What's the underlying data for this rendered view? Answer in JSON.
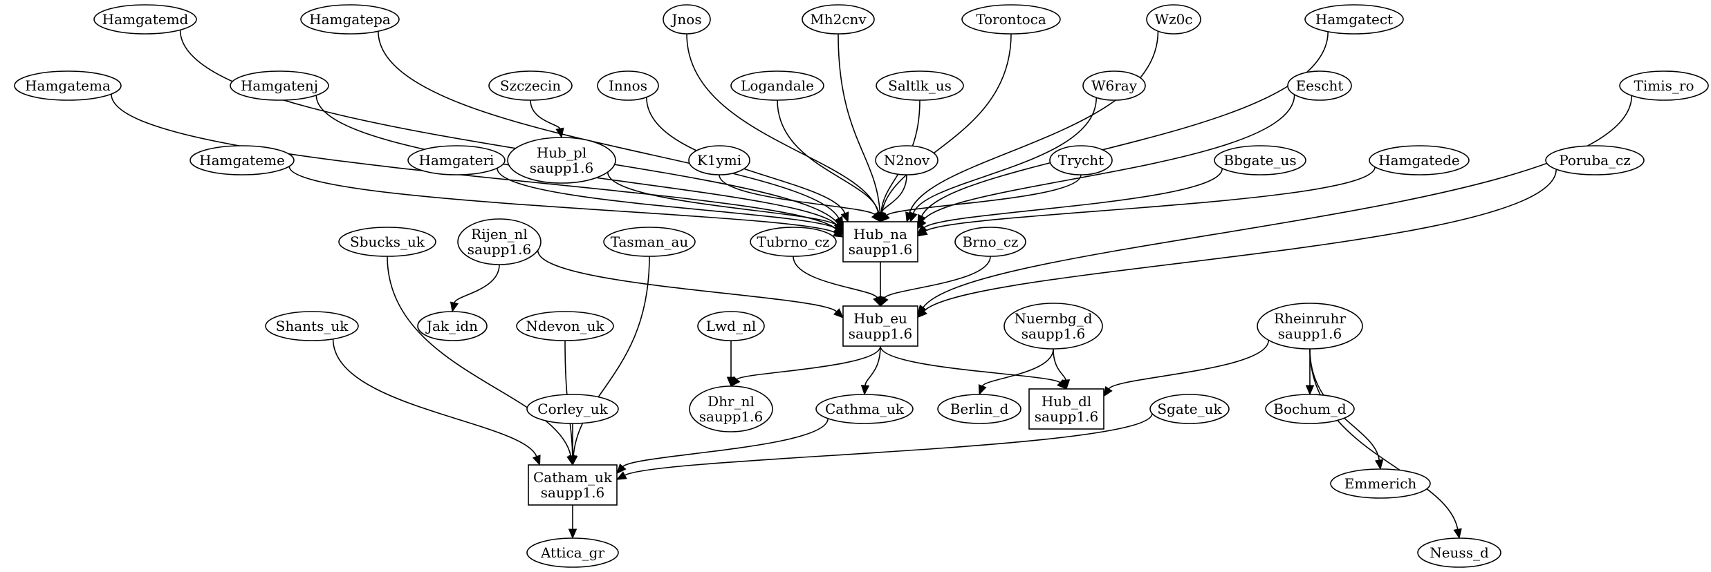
{
  "diagram": {
    "type": "directed-graph",
    "nodes": [
      {
        "id": "hamgatemd",
        "label": [
          "Hamgatemd"
        ],
        "shape": "ellipse"
      },
      {
        "id": "hamgatepa",
        "label": [
          "Hamgatepa"
        ],
        "shape": "ellipse"
      },
      {
        "id": "jnos",
        "label": [
          "Jnos"
        ],
        "shape": "ellipse"
      },
      {
        "id": "mh2cnv",
        "label": [
          "Mh2cnv"
        ],
        "shape": "ellipse"
      },
      {
        "id": "torontoca",
        "label": [
          "Torontoca"
        ],
        "shape": "ellipse"
      },
      {
        "id": "wz0c",
        "label": [
          "Wz0c"
        ],
        "shape": "ellipse"
      },
      {
        "id": "hamgatect",
        "label": [
          "Hamgatect"
        ],
        "shape": "ellipse"
      },
      {
        "id": "hamgatema",
        "label": [
          "Hamgatema"
        ],
        "shape": "ellipse"
      },
      {
        "id": "hamgatenj",
        "label": [
          "Hamgatenj"
        ],
        "shape": "ellipse"
      },
      {
        "id": "szczecin",
        "label": [
          "Szczecin"
        ],
        "shape": "ellipse"
      },
      {
        "id": "innos",
        "label": [
          "Innos"
        ],
        "shape": "ellipse"
      },
      {
        "id": "logandale",
        "label": [
          "Logandale"
        ],
        "shape": "ellipse"
      },
      {
        "id": "saltlk_us",
        "label": [
          "Saltlk_us"
        ],
        "shape": "ellipse"
      },
      {
        "id": "w6ray",
        "label": [
          "W6ray"
        ],
        "shape": "ellipse"
      },
      {
        "id": "eescht",
        "label": [
          "Eescht"
        ],
        "shape": "ellipse"
      },
      {
        "id": "timis_ro",
        "label": [
          "Timis_ro"
        ],
        "shape": "ellipse"
      },
      {
        "id": "hamgateme",
        "label": [
          "Hamgateme"
        ],
        "shape": "ellipse"
      },
      {
        "id": "hamgateri",
        "label": [
          "Hamgateri"
        ],
        "shape": "ellipse"
      },
      {
        "id": "hub_pl",
        "label": [
          "Hub_pl",
          "saupp1.6"
        ],
        "shape": "ellipse"
      },
      {
        "id": "k1ymi",
        "label": [
          "K1ymi"
        ],
        "shape": "ellipse"
      },
      {
        "id": "n2nov",
        "label": [
          "N2nov"
        ],
        "shape": "ellipse"
      },
      {
        "id": "trycht",
        "label": [
          "Trycht"
        ],
        "shape": "ellipse"
      },
      {
        "id": "bbgate_us",
        "label": [
          "Bbgate_us"
        ],
        "shape": "ellipse"
      },
      {
        "id": "hamgatede",
        "label": [
          "Hamgatede"
        ],
        "shape": "ellipse"
      },
      {
        "id": "poruba_cz",
        "label": [
          "Poruba_cz"
        ],
        "shape": "ellipse"
      },
      {
        "id": "hub_na",
        "label": [
          "Hub_na",
          "saupp1.6"
        ],
        "shape": "box"
      },
      {
        "id": "sbucks_uk",
        "label": [
          "Sbucks_uk"
        ],
        "shape": "ellipse"
      },
      {
        "id": "rijen_nl",
        "label": [
          "Rijen_nl",
          "saupp1.6"
        ],
        "shape": "ellipse"
      },
      {
        "id": "tasman_au",
        "label": [
          "Tasman_au"
        ],
        "shape": "ellipse"
      },
      {
        "id": "tubrno_cz",
        "label": [
          "Tubrno_cz"
        ],
        "shape": "ellipse"
      },
      {
        "id": "brno_cz",
        "label": [
          "Brno_cz"
        ],
        "shape": "ellipse"
      },
      {
        "id": "shants_uk",
        "label": [
          "Shants_uk"
        ],
        "shape": "ellipse"
      },
      {
        "id": "jak_idn",
        "label": [
          "Jak_idn"
        ],
        "shape": "ellipse"
      },
      {
        "id": "ndevon_uk",
        "label": [
          "Ndevon_uk"
        ],
        "shape": "ellipse"
      },
      {
        "id": "lwd_nl",
        "label": [
          "Lwd_nl"
        ],
        "shape": "ellipse"
      },
      {
        "id": "hub_eu",
        "label": [
          "Hub_eu",
          "saupp1.6"
        ],
        "shape": "box"
      },
      {
        "id": "nuernbg_d",
        "label": [
          "Nuernbg_d",
          "saupp1.6"
        ],
        "shape": "ellipse"
      },
      {
        "id": "rheinruhr",
        "label": [
          "Rheinruhr",
          "saupp1.6"
        ],
        "shape": "ellipse"
      },
      {
        "id": "corley_uk",
        "label": [
          "Corley_uk"
        ],
        "shape": "ellipse"
      },
      {
        "id": "dhr_nl",
        "label": [
          "Dhr_nl",
          "saupp1.6"
        ],
        "shape": "ellipse"
      },
      {
        "id": "cathma_uk",
        "label": [
          "Cathma_uk"
        ],
        "shape": "ellipse"
      },
      {
        "id": "berlin_d",
        "label": [
          "Berlin_d"
        ],
        "shape": "ellipse"
      },
      {
        "id": "hub_dl",
        "label": [
          "Hub_dl",
          "saupp1.6"
        ],
        "shape": "box"
      },
      {
        "id": "sgate_uk",
        "label": [
          "Sgate_uk"
        ],
        "shape": "ellipse"
      },
      {
        "id": "bochum_d",
        "label": [
          "Bochum_d"
        ],
        "shape": "ellipse"
      },
      {
        "id": "catham_uk",
        "label": [
          "Catham_uk",
          "saupp1.6"
        ],
        "shape": "box"
      },
      {
        "id": "emmerich",
        "label": [
          "Emmerich"
        ],
        "shape": "ellipse"
      },
      {
        "id": "attica_gr",
        "label": [
          "Attica_gr"
        ],
        "shape": "ellipse"
      },
      {
        "id": "neuss_d",
        "label": [
          "Neuss_d"
        ],
        "shape": "ellipse"
      }
    ],
    "edges": [
      {
        "from": "hamgatemd",
        "to": "hub_na"
      },
      {
        "from": "hamgatepa",
        "to": "hub_na"
      },
      {
        "from": "jnos",
        "to": "hub_na"
      },
      {
        "from": "mh2cnv",
        "to": "hub_na"
      },
      {
        "from": "torontoca",
        "to": "hub_na"
      },
      {
        "from": "wz0c",
        "to": "hub_na"
      },
      {
        "from": "hamgatect",
        "to": "hub_na"
      },
      {
        "from": "hamgatema",
        "to": "hub_na"
      },
      {
        "from": "hamgatenj",
        "to": "hub_na"
      },
      {
        "from": "szczecin",
        "to": "hub_pl"
      },
      {
        "from": "innos",
        "to": "hub_na"
      },
      {
        "from": "logandale",
        "to": "hub_na"
      },
      {
        "from": "saltlk_us",
        "to": "hub_na"
      },
      {
        "from": "w6ray",
        "to": "hub_na"
      },
      {
        "from": "eescht",
        "to": "hub_na"
      },
      {
        "from": "hamgateme",
        "to": "hub_na"
      },
      {
        "from": "hamgateri",
        "to": "hub_na"
      },
      {
        "from": "hub_pl",
        "to": "hub_na"
      },
      {
        "from": "k1ymi",
        "to": "hub_na"
      },
      {
        "from": "n2nov",
        "to": "hub_na"
      },
      {
        "from": "trycht",
        "to": "hub_na"
      },
      {
        "from": "bbgate_us",
        "to": "hub_na"
      },
      {
        "from": "hamgatede",
        "to": "hub_na"
      },
      {
        "from": "hub_na",
        "to": "hub_eu"
      },
      {
        "from": "timis_ro",
        "to": "hub_eu"
      },
      {
        "from": "poruba_cz",
        "to": "hub_eu"
      },
      {
        "from": "rijen_nl",
        "to": "hub_eu"
      },
      {
        "from": "tubrno_cz",
        "to": "hub_eu"
      },
      {
        "from": "brno_cz",
        "to": "hub_eu"
      },
      {
        "from": "rijen_nl",
        "to": "jak_idn"
      },
      {
        "from": "lwd_nl",
        "to": "dhr_nl"
      },
      {
        "from": "hub_eu",
        "to": "dhr_nl"
      },
      {
        "from": "hub_eu",
        "to": "cathma_uk"
      },
      {
        "from": "hub_eu",
        "to": "hub_dl"
      },
      {
        "from": "nuernbg_d",
        "to": "berlin_d"
      },
      {
        "from": "nuernbg_d",
        "to": "hub_dl"
      },
      {
        "from": "rheinruhr",
        "to": "hub_dl"
      },
      {
        "from": "rheinruhr",
        "to": "bochum_d"
      },
      {
        "from": "rheinruhr",
        "to": "emmerich"
      },
      {
        "from": "rheinruhr",
        "to": "neuss_d"
      },
      {
        "from": "shants_uk",
        "to": "catham_uk"
      },
      {
        "from": "sbucks_uk",
        "to": "catham_uk"
      },
      {
        "from": "ndevon_uk",
        "to": "catham_uk"
      },
      {
        "from": "corley_uk",
        "to": "catham_uk"
      },
      {
        "from": "tasman_au",
        "to": "catham_uk"
      },
      {
        "from": "cathma_uk",
        "to": "catham_uk"
      },
      {
        "from": "sgate_uk",
        "to": "catham_uk"
      },
      {
        "from": "catham_uk",
        "to": "attica_gr"
      }
    ]
  }
}
